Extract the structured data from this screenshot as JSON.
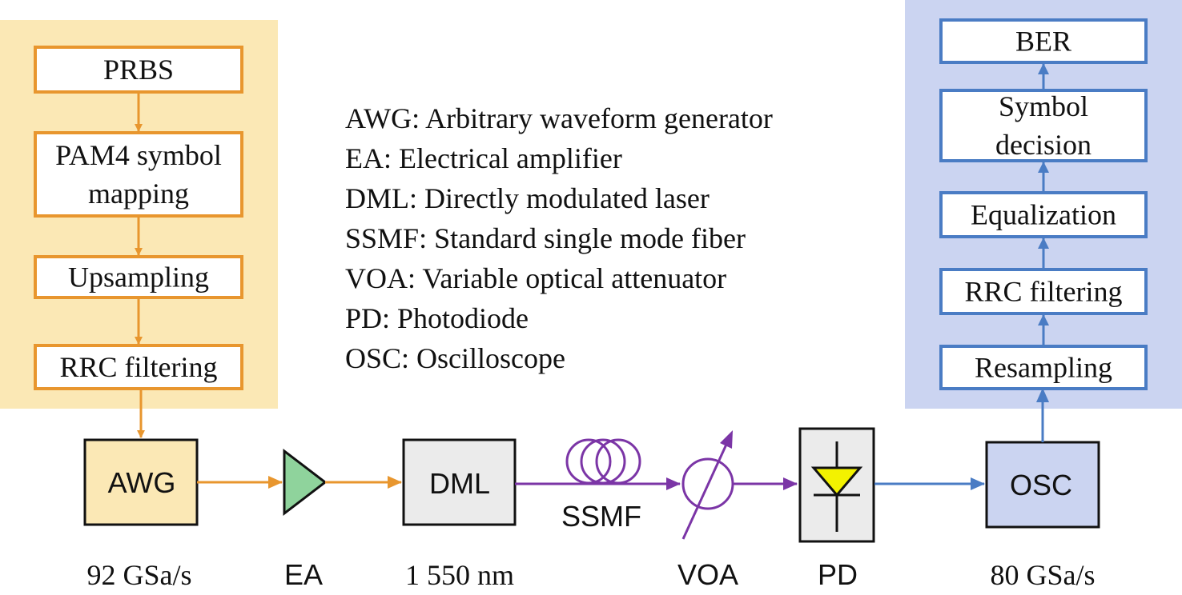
{
  "colors": {
    "tx_panel_bg": "#FBE8B5",
    "tx_accent": "#E8962E",
    "rx_panel_bg": "#CBD4F1",
    "rx_accent": "#4A7CC4",
    "fiber": "#7B35A6",
    "device_gray": "#EBEBEB",
    "awg_fill": "#FBE8B5",
    "ea_fill": "#8FD39C",
    "pd_triangle": "#F3F200",
    "osc_fill": "#CBD4F1",
    "line_black": "#111111"
  },
  "tx_blocks": [
    {
      "lines": [
        "PRBS"
      ]
    },
    {
      "lines": [
        "PAM4 symbol",
        "mapping"
      ]
    },
    {
      "lines": [
        "Upsampling"
      ]
    },
    {
      "lines": [
        "RRC filtering"
      ]
    }
  ],
  "rx_blocks": [
    {
      "lines": [
        "BER"
      ]
    },
    {
      "lines": [
        "Symbol",
        "decision"
      ]
    },
    {
      "lines": [
        "Equalization"
      ]
    },
    {
      "lines": [
        "RRC filtering"
      ]
    },
    {
      "lines": [
        "Resampling"
      ]
    }
  ],
  "legend": [
    "AWG: Arbitrary waveform generator",
    "EA: Electrical amplifier",
    "DML: Directly modulated laser",
    "SSMF: Standard single mode fiber",
    "VOA: Variable optical attenuator",
    "PD: Photodiode",
    "OSC: Oscilloscope"
  ],
  "devices": {
    "awg": "AWG",
    "dml": "DML",
    "osc": "OSC",
    "ssmf": "SSMF"
  },
  "bottom_labels": {
    "awg": "92 GSa/s",
    "ea": "EA",
    "dml": "1 550 nm",
    "voa": "VOA",
    "pd": "PD",
    "osc": "80 GSa/s"
  }
}
